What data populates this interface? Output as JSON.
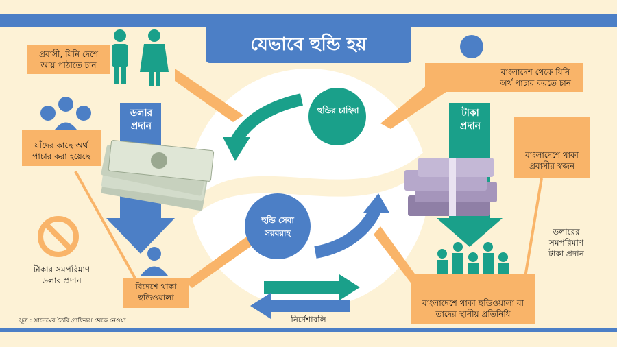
{
  "title": "যেভাবে হুন্ডি হয়",
  "labels": {
    "expat_sender": "প্রবাসী, যিনি দেশে আয় পাঠাতে চান",
    "money_launderer": "বাংলাদেশ থেকে যিনি অর্থ পাচার করতে চান",
    "recipient_of_laundered": "যাঁদের কাছে অর্থ পাচার করা হয়েছে",
    "expat_family": "বাংলাদেশে থাকা প্রবাসীর স্বজন",
    "dollar_given": "ডলার প্রদান",
    "taka_given": "টাকা প্রদান",
    "hundi_demand": "হুন্ডির চাহিদা",
    "hundi_supply": "হুন্ডি সেবা সরবরাহ",
    "foreign_hundi_agent": "বিদেশে থাকা হুন্ডিওয়ালা",
    "local_hundi_agent": "বাংলাদেশে থাকা হুন্ডিওয়ালা বা তাদের স্থানীয় প্রতিনিধি",
    "equivalent_taka_given": "ডলারের সমপরিমাণ টাকা প্রদান",
    "equivalent_dollar_given": "টাকার সমপরিমাণ ডলার প্রদান",
    "instructions": "নির্দেশাবলি",
    "source": "সূত্র : সানেমের তৈরি গ্রাফিকস থেকে নেওয়া"
  },
  "colors": {
    "background": "#fdf2d6",
    "orange": "#f9b469",
    "blue": "#4c7fc6",
    "teal": "#1aa08a"
  }
}
